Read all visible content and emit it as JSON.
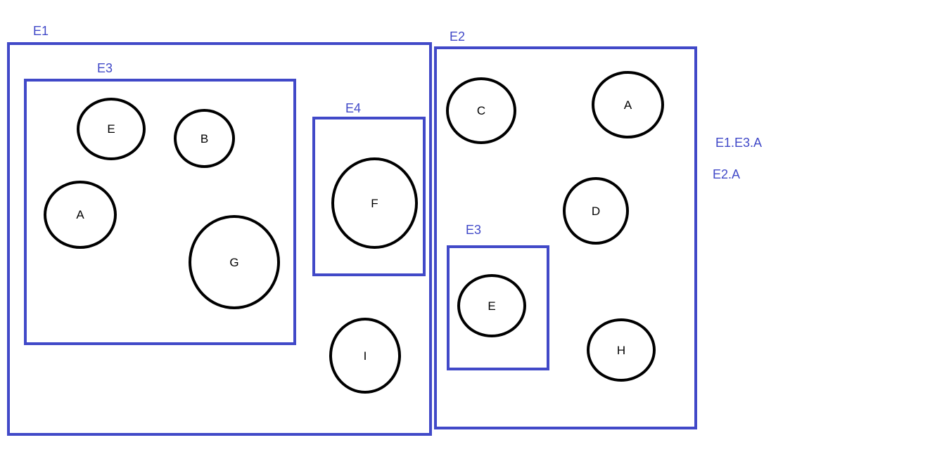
{
  "colors": {
    "set_border": "#4149c8",
    "element_border": "#000000",
    "background": "#ffffff"
  },
  "sets": {
    "e1": "E1",
    "e1_e3": "E3",
    "e1_e4": "E4",
    "e2": "E2",
    "e2_e3": "E3"
  },
  "elements": {
    "e1_e3_e": "E",
    "e1_e3_b": "B",
    "e1_e3_a": "A",
    "e1_e3_g": "G",
    "e1_e4_f": "F",
    "e1_i": "I",
    "e2_c": "C",
    "e2_a": "A",
    "e2_d": "D",
    "e2_e3_e": "E",
    "e2_h": "H"
  },
  "annotations": [
    "E1.E3.A",
    "E2.A"
  ]
}
